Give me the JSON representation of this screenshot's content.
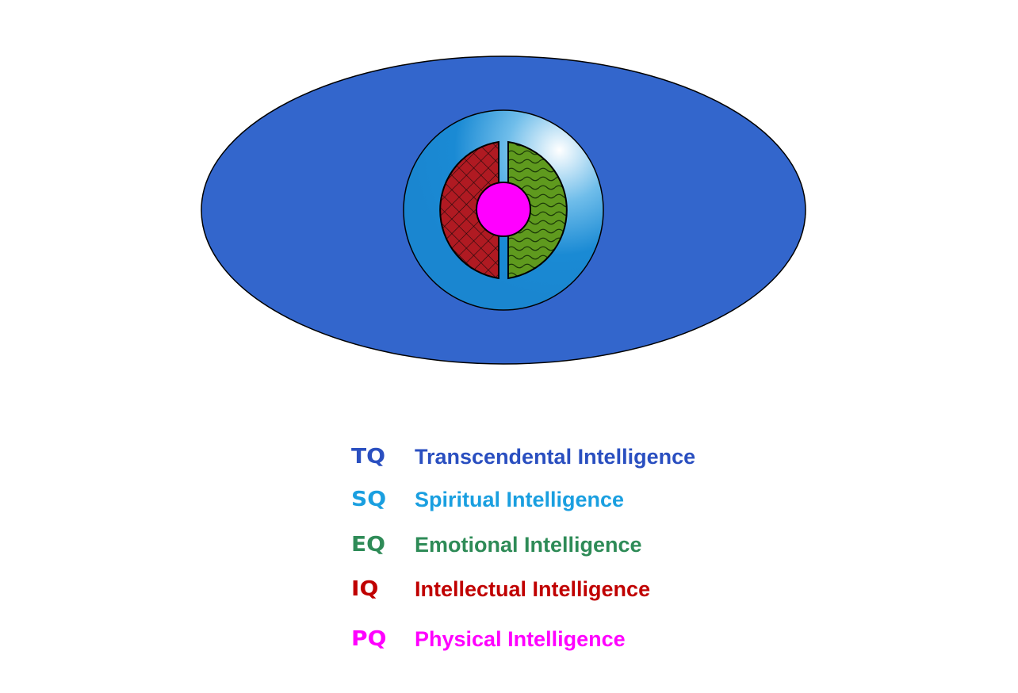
{
  "diagram": {
    "colors": {
      "tq": "#3366cc",
      "sq": "#1a8ad4",
      "eq": "#5f9a1e",
      "iq": "#b01a22",
      "pq": "#ff00ff"
    },
    "layers": [
      {
        "abbr": "TQ",
        "name": "Transcendental Intelligence",
        "color": "#2a4fc0",
        "shape": "outer-ellipse"
      },
      {
        "abbr": "SQ",
        "name": "Spiritual Intelligence",
        "color": "#1a9fe0",
        "shape": "ring"
      },
      {
        "abbr": "EQ",
        "name": "Emotional Intelligence",
        "color": "#2e8b57",
        "shape": "right-half-wavy"
      },
      {
        "abbr": "IQ",
        "name": "Intellectual Intelligence",
        "color": "#c00000",
        "shape": "left-half-crosshatch"
      },
      {
        "abbr": "PQ",
        "name": "Physical Intelligence",
        "color": "#ff00ff",
        "shape": "core-circle"
      }
    ]
  }
}
